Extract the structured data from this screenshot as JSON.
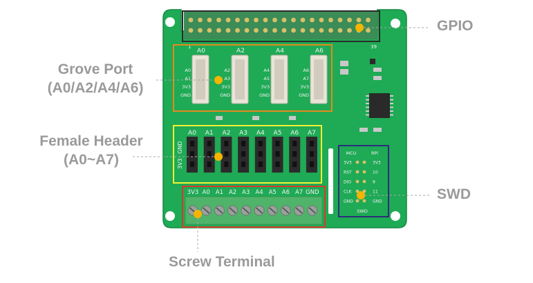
{
  "callouts": {
    "gpio": "GPIO",
    "grove_port": "Grove Port",
    "grove_port_sub": "(A0/A2/A4/A6)",
    "female_header": "Female Header",
    "female_header_sub": "(A0~A7)",
    "swd": "SWD",
    "screw_terminal": "Screw Terminal"
  },
  "gpio_header": {
    "pin_start": "1",
    "pin_end": "39"
  },
  "grove_ports": [
    {
      "name": "A0",
      "pins": [
        "A0",
        "A1",
        "3V3",
        "GND"
      ]
    },
    {
      "name": "A2",
      "pins": [
        "A2",
        "A3",
        "3V3",
        "GND"
      ]
    },
    {
      "name": "A4",
      "pins": [
        "A4",
        "A5",
        "3V3",
        "GND"
      ]
    },
    {
      "name": "A6",
      "pins": [
        "A6",
        "A7",
        "3V3",
        "GND"
      ]
    }
  ],
  "female_header": {
    "labels": [
      "A0",
      "A1",
      "A2",
      "A3",
      "A4",
      "A5",
      "A6",
      "A7"
    ],
    "power_labels": [
      "3V3",
      "GND"
    ]
  },
  "screw_terminal": {
    "labels": [
      "3V3",
      "A0",
      "A1",
      "A2",
      "A3",
      "A4",
      "A5",
      "A6",
      "A7",
      "GND"
    ]
  },
  "swd": {
    "col_left": "MCU",
    "col_right": "RPi",
    "left_pins": [
      "3V3",
      "RST",
      "DIO",
      "CLK",
      "GND"
    ],
    "right_pins": [
      "3V3",
      "10",
      "9",
      "11",
      "GND"
    ],
    "bottom_label": "SWD"
  },
  "colors": {
    "pcb": "#1faa55",
    "pcb_edge": "#178a44",
    "gpio_box": "#2b2b2b",
    "grove_box": "#e58a1f",
    "female_box": "#f1f231",
    "swd_box": "#2c2f7a",
    "screw_box": "#d63a2a",
    "marker": "#f5b400",
    "callout_text": "#9a9a9a"
  }
}
